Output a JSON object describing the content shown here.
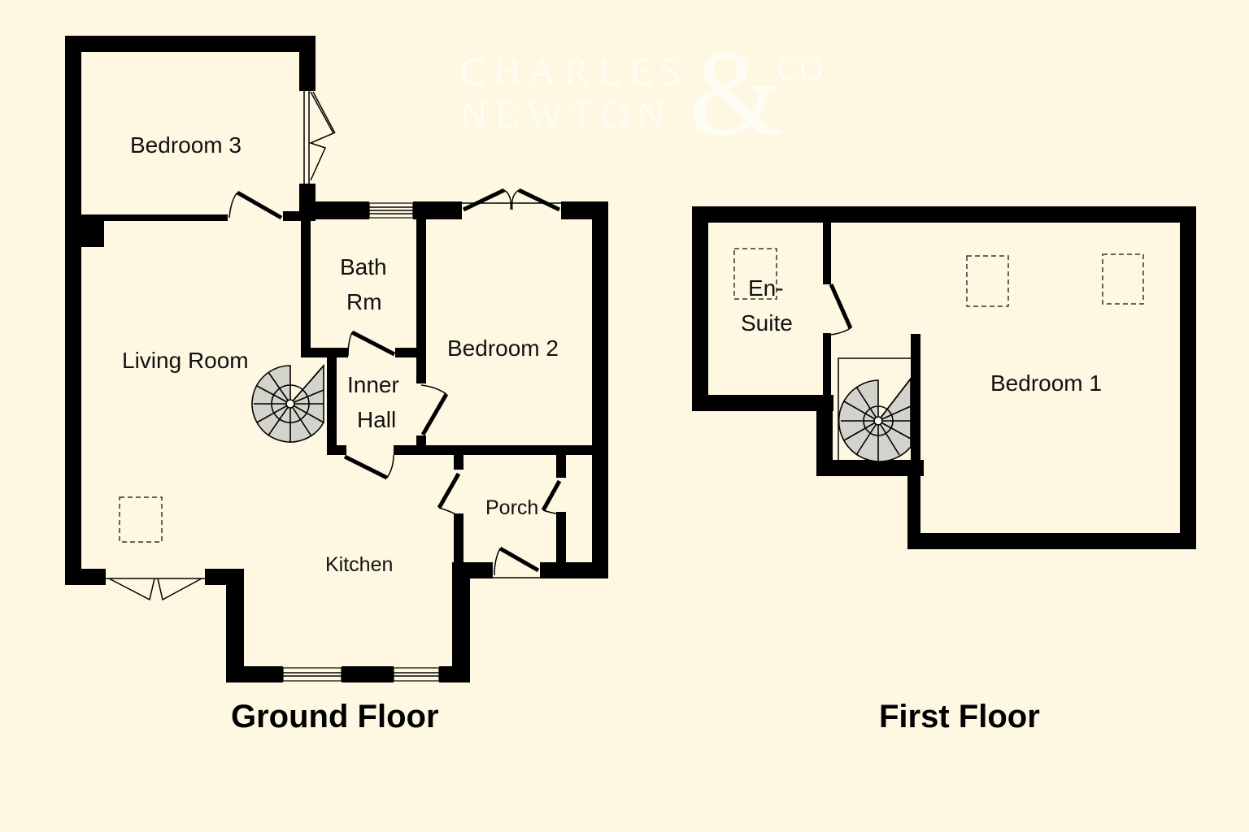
{
  "watermark": {
    "line1": "CHARLES",
    "line2": "NEWTON",
    "ampersand": "&",
    "suffix": "CO"
  },
  "ground_floor": {
    "title": "Ground Floor",
    "rooms": {
      "bedroom3": "Bedroom 3",
      "bathroom_line1": "Bath",
      "bathroom_line2": "Rm",
      "bedroom2": "Bedroom 2",
      "living_room": "Living Room",
      "inner_hall_line1": "Inner",
      "inner_hall_line2": "Hall",
      "porch": "Porch",
      "kitchen": "Kitchen"
    }
  },
  "first_floor": {
    "title": "First Floor",
    "rooms": {
      "ensuite_line1": "En-",
      "ensuite_line2": "Suite",
      "bedroom1": "Bedroom 1"
    }
  },
  "colors": {
    "background": "#FEF8E2",
    "walls": "#000000",
    "stairs": "#D3D3CB"
  }
}
